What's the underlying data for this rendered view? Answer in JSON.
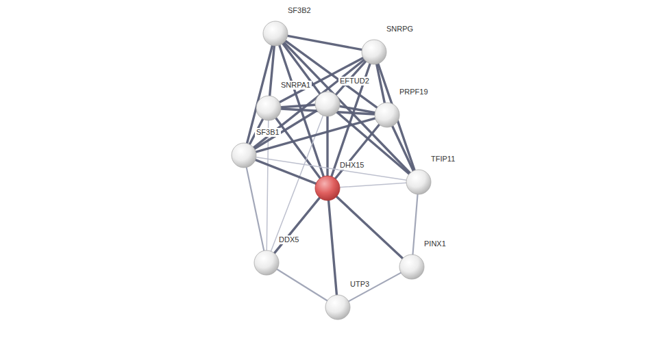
{
  "diagram": {
    "nodes": [
      {
        "text": [
          "SF3B2"
        ]
      },
      {
        "text": [
          "SNRPG"
        ]
      },
      {
        "text": [
          "SNRPA1"
        ]
      },
      {
        "text": [
          "EFTUD2"
        ]
      },
      {
        "text": [
          "PRPF19"
        ]
      },
      {
        "text": [
          "SF3B1"
        ]
      },
      {
        "text": [
          "DHX15"
        ]
      },
      {
        "text": [
          "TFIP11"
        ]
      },
      {
        "text": [
          "PINX1"
        ]
      },
      {
        "text": [
          "DDX5"
        ]
      },
      {
        "text": [
          "UTP3"
        ]
      }
    ],
    "edges": [
      {
        "from": 0,
        "to": 1,
        "arrow": "none"
      },
      {
        "from": 0,
        "to": 2,
        "arrow": "none"
      },
      {
        "from": 0,
        "to": 3,
        "arrow": "none"
      },
      {
        "from": 0,
        "to": 4,
        "arrow": "none"
      },
      {
        "from": 0,
        "to": 5,
        "arrow": "none"
      },
      {
        "from": 0,
        "to": 6,
        "arrow": "none"
      },
      {
        "from": 0,
        "to": 7,
        "arrow": "none"
      },
      {
        "from": 1,
        "to": 2,
        "arrow": "none"
      },
      {
        "from": 1,
        "to": 3,
        "arrow": "none"
      },
      {
        "from": 1,
        "to": 4,
        "arrow": "none"
      },
      {
        "from": 1,
        "to": 5,
        "arrow": "none"
      },
      {
        "from": 1,
        "to": 6,
        "arrow": "none"
      },
      {
        "from": 1,
        "to": 7,
        "arrow": "none"
      },
      {
        "from": 2,
        "to": 3,
        "arrow": "none"
      },
      {
        "from": 2,
        "to": 4,
        "arrow": "none"
      },
      {
        "from": 2,
        "to": 5,
        "arrow": "none"
      },
      {
        "from": 2,
        "to": 6,
        "arrow": "none"
      },
      {
        "from": 2,
        "to": 9,
        "arrow": "none"
      },
      {
        "from": 3,
        "to": 4,
        "arrow": "none"
      },
      {
        "from": 3,
        "to": 5,
        "arrow": "none"
      },
      {
        "from": 3,
        "to": 6,
        "arrow": "none"
      },
      {
        "from": 3,
        "to": 7,
        "arrow": "none"
      },
      {
        "from": 3,
        "to": 9,
        "arrow": "none"
      },
      {
        "from": 4,
        "to": 5,
        "arrow": "none"
      },
      {
        "from": 4,
        "to": 6,
        "arrow": "none"
      },
      {
        "from": 4,
        "to": 7,
        "arrow": "none"
      },
      {
        "from": 5,
        "to": 6,
        "arrow": "none"
      },
      {
        "from": 5,
        "to": 7,
        "arrow": "none"
      },
      {
        "from": 5,
        "to": 9,
        "arrow": "none"
      },
      {
        "from": 6,
        "to": 7,
        "arrow": "none"
      },
      {
        "from": 6,
        "to": 8,
        "arrow": "none"
      },
      {
        "from": 6,
        "to": 9,
        "arrow": "none"
      },
      {
        "from": 6,
        "to": 10,
        "arrow": "none"
      },
      {
        "from": 7,
        "to": 8,
        "arrow": "none"
      },
      {
        "from": 8,
        "to": 10,
        "arrow": "none"
      },
      {
        "from": 9,
        "to": 10,
        "arrow": "none"
      }
    ]
  }
}
